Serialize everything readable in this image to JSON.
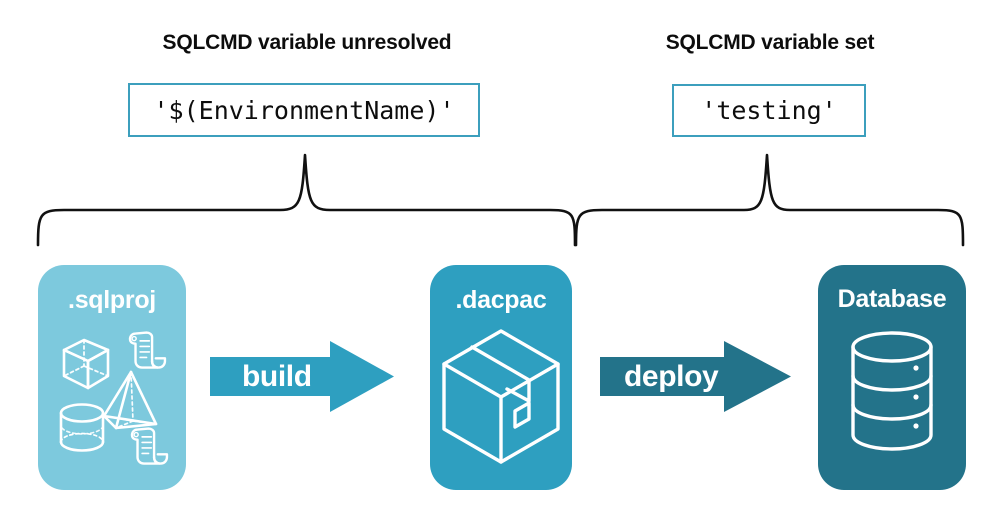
{
  "diagram": {
    "title_left": "SQLCMD variable unresolved",
    "title_right": "SQLCMD variable set",
    "code_left": "'$(EnvironmentName)'",
    "code_right": "'testing'",
    "stages": [
      {
        "id": "sqlproj",
        "label": ".sqlproj",
        "color": "#7dc9dd",
        "icons": [
          "cube-wireframe-icon",
          "script-scroll-icon",
          "pyramid-wireframe-icon",
          "cylinder-wireframe-icon",
          "script-scroll-icon"
        ]
      },
      {
        "id": "dacpac",
        "label": ".dacpac",
        "color": "#2e9fc0",
        "icons": [
          "package-box-icon"
        ]
      },
      {
        "id": "database",
        "label": "Database",
        "color": "#23738a",
        "icons": [
          "database-cylinder-icon"
        ]
      }
    ],
    "arrows": [
      {
        "id": "build",
        "label": "build",
        "color": "#2e9fc0"
      },
      {
        "id": "deploy",
        "label": "deploy",
        "color": "#23738a"
      }
    ],
    "colors": {
      "box_border": "#3c9fbd",
      "brace_stroke": "#111111",
      "text": "#0d0d0d",
      "background": "#ffffff"
    }
  }
}
